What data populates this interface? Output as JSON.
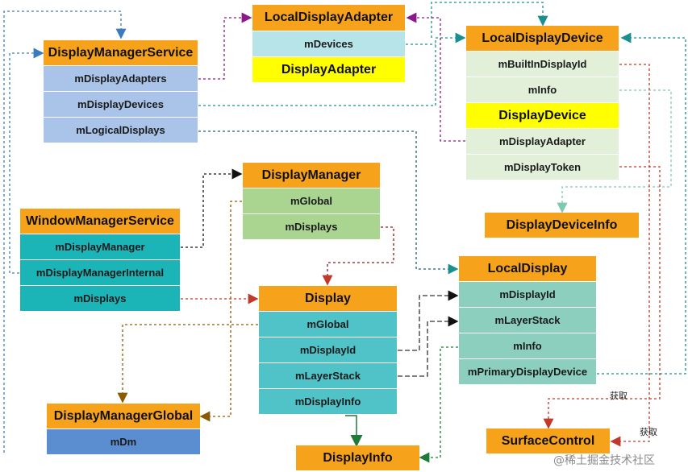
{
  "boxes": {
    "dms": {
      "title": "DisplayManagerService",
      "fields": [
        "mDisplayAdapters",
        "mDisplayDevices",
        "mLogicalDisplays"
      ]
    },
    "lda": {
      "title": "LocalDisplayAdapter",
      "fields": [
        "mDevices"
      ],
      "parent": "DisplayAdapter"
    },
    "ldd": {
      "title": "LocalDisplayDevice",
      "fields_top": [
        "mBuiltInDisplayId",
        "mInfo"
      ],
      "parent": "DisplayDevice",
      "fields_bottom": [
        "mDisplayAdapter",
        "mDisplayToken"
      ]
    },
    "ddi": {
      "title": "DisplayDeviceInfo"
    },
    "dm": {
      "title": "DisplayManager",
      "fields": [
        "mGlobal",
        "mDisplays"
      ]
    },
    "wms": {
      "title": "WindowManagerService",
      "fields": [
        "mDisplayManager",
        "mDisplayManagerInternal",
        "mDisplays"
      ]
    },
    "disp": {
      "title": "Display",
      "fields": [
        "mGlobal",
        "mDisplayId",
        "mLayerStack",
        "mDisplayInfo"
      ]
    },
    "ld": {
      "title": "LocalDisplay",
      "fields": [
        "mDisplayId",
        "mLayerStack",
        "mInfo",
        "mPrimaryDisplayDevice"
      ]
    },
    "dmg": {
      "title": "DisplayManagerGlobal",
      "fields": [
        "mDm"
      ]
    },
    "di": {
      "title": "DisplayInfo"
    },
    "sc": {
      "title": "SurfaceControl"
    }
  },
  "labels": {
    "get1": "获取",
    "get2": "获取"
  },
  "watermark": "@稀土掘金技术社区",
  "colors": {
    "header": "#f7a21b",
    "parent": "#ffff00",
    "blue_edge": "#3a7bbf",
    "purple_edge": "#8a1a8a",
    "teal_edge": "#1a8f8f",
    "red_edge": "#c0392b",
    "black_edge": "#111111",
    "brown_edge": "#8a5a00",
    "green_edge": "#1e7b3a"
  }
}
